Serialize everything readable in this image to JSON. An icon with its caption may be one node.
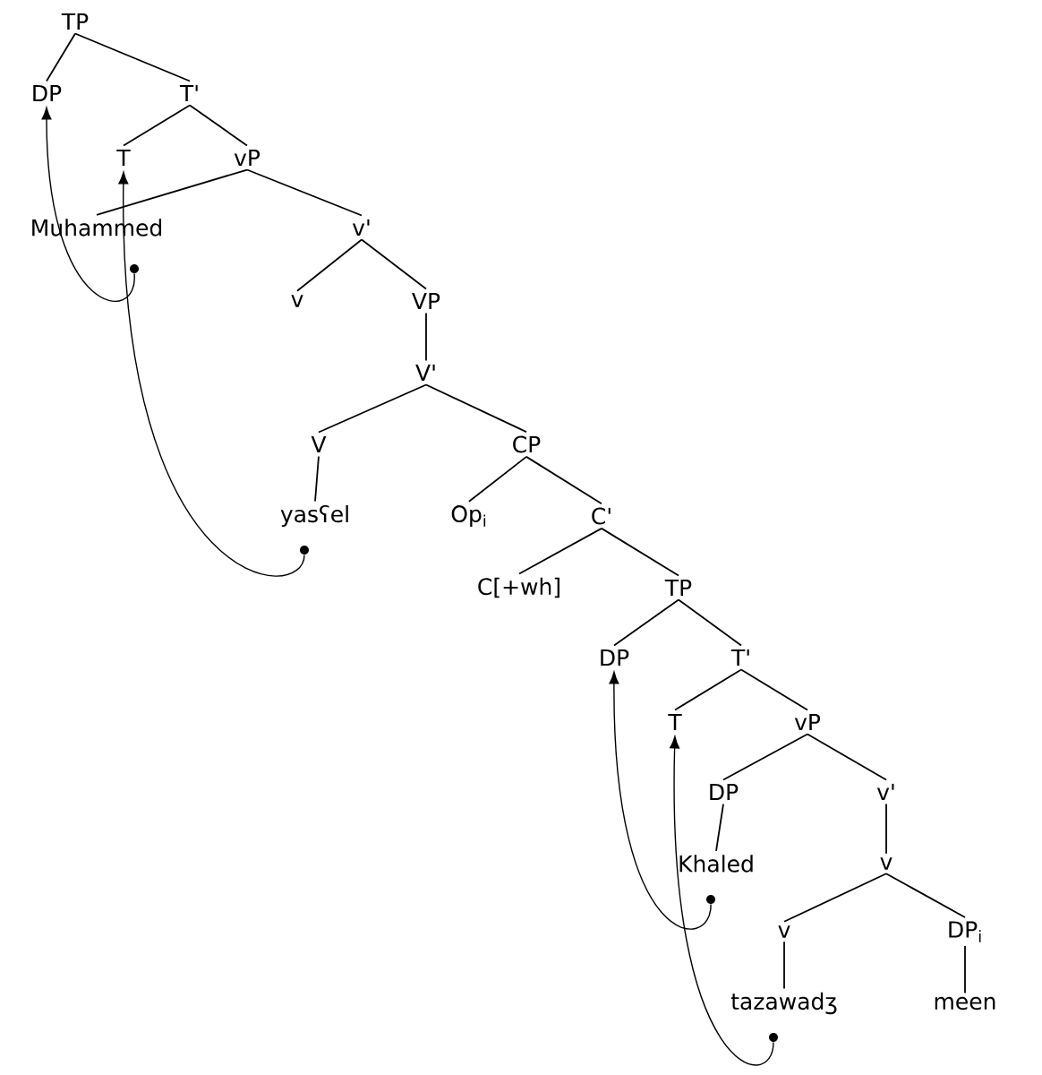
{
  "diagram": {
    "nodes": [
      {
        "text": [
          "TP"
        ]
      },
      {
        "text": [
          "DP"
        ]
      },
      {
        "text": [
          "T'"
        ]
      },
      {
        "text": [
          "T"
        ]
      },
      {
        "text": [
          "vP"
        ]
      },
      {
        "text": [
          "Muhammed"
        ]
      },
      {
        "text": [
          "v'"
        ]
      },
      {
        "text": [
          "v"
        ]
      },
      {
        "text": [
          "VP"
        ]
      },
      {
        "text": [
          "V'"
        ]
      },
      {
        "text": [
          "V"
        ]
      },
      {
        "text": [
          "CP"
        ]
      },
      {
        "text": [
          "yasʕel"
        ]
      },
      {
        "text": [
          "Op$_{i}$"
        ]
      },
      {
        "text": [
          "C'"
        ]
      },
      {
        "text": [
          "C[+wh]"
        ]
      },
      {
        "text": [
          "TP"
        ]
      },
      {
        "text": [
          "DP"
        ]
      },
      {
        "text": [
          "T'"
        ]
      },
      {
        "text": [
          "T"
        ]
      },
      {
        "text": [
          "vP"
        ]
      },
      {
        "text": [
          "DP"
        ]
      },
      {
        "text": [
          "v'"
        ]
      },
      {
        "text": [
          "Khaled"
        ]
      },
      {
        "text": [
          "v"
        ]
      },
      {
        "text": [
          "v"
        ]
      },
      {
        "text": [
          "DP$_{i}$"
        ]
      },
      {
        "text": [
          "tazawadʒ"
        ]
      },
      {
        "text": [
          "meen"
        ]
      },
      {
        "text": [],
        "shape": "circle"
      },
      {
        "text": [],
        "shape": "circle"
      },
      {
        "text": [],
        "shape": "circle"
      },
      {
        "text": [],
        "shape": "circle"
      }
    ],
    "edges": [
      {
        "from": 0,
        "to": 1,
        "arrow": "none"
      },
      {
        "from": 0,
        "to": 2,
        "arrow": "none"
      },
      {
        "from": 2,
        "to": 3,
        "arrow": "none"
      },
      {
        "from": 2,
        "to": 4,
        "arrow": "none"
      },
      {
        "from": 4,
        "to": 5,
        "arrow": "none"
      },
      {
        "from": 4,
        "to": 6,
        "arrow": "none"
      },
      {
        "from": 6,
        "to": 7,
        "arrow": "none"
      },
      {
        "from": 6,
        "to": 8,
        "arrow": "none"
      },
      {
        "from": 8,
        "to": 9,
        "arrow": "none"
      },
      {
        "from": 9,
        "to": 10,
        "arrow": "none"
      },
      {
        "from": 9,
        "to": 11,
        "arrow": "none"
      },
      {
        "from": 10,
        "to": 12,
        "arrow": "none"
      },
      {
        "from": 11,
        "to": 13,
        "arrow": "none"
      },
      {
        "from": 11,
        "to": 14,
        "arrow": "none"
      },
      {
        "from": 14,
        "to": 15,
        "arrow": "none"
      },
      {
        "from": 14,
        "to": 16,
        "arrow": "none"
      },
      {
        "from": 16,
        "to": 17,
        "arrow": "none"
      },
      {
        "from": 16,
        "to": 18,
        "arrow": "none"
      },
      {
        "from": 18,
        "to": 19,
        "arrow": "none"
      },
      {
        "from": 18,
        "to": 20,
        "arrow": "none"
      },
      {
        "from": 20,
        "to": 21,
        "arrow": "none"
      },
      {
        "from": 20,
        "to": 22,
        "arrow": "none"
      },
      {
        "from": 21,
        "to": 23,
        "arrow": "none"
      },
      {
        "from": 22,
        "to": 24,
        "arrow": "none"
      },
      {
        "from": 24,
        "to": 25,
        "arrow": "none"
      },
      {
        "from": 24,
        "to": 26,
        "arrow": "none"
      },
      {
        "from": 25,
        "to": 27,
        "arrow": "none"
      },
      {
        "from": 26,
        "to": 28,
        "arrow": "none"
      },
      {
        "from": 29,
        "to": 1,
        "arrow": "to"
      },
      {
        "from": 30,
        "to": 3,
        "arrow": "to"
      },
      {
        "from": 31,
        "to": 17,
        "arrow": "to"
      },
      {
        "from": 32,
        "to": 19,
        "arrow": "to"
      }
    ]
  }
}
